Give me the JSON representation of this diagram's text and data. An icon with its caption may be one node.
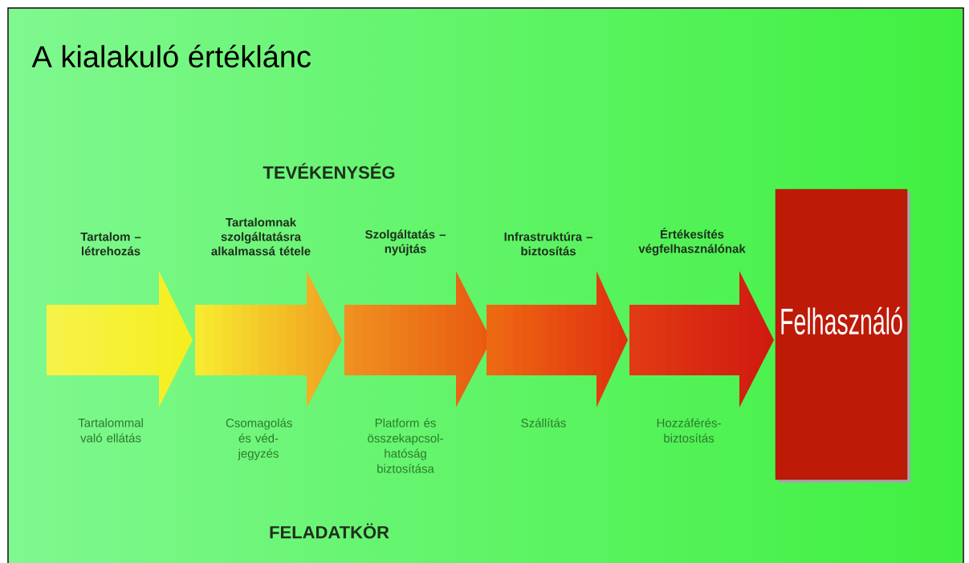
{
  "diagram": {
    "title": "A kialakuló értéklánc",
    "nodes": [
      {
        "text": [
          "Tartalom – létrehozás",
          "Tartalommal való ellátás"
        ]
      },
      {
        "text": [
          "Tartalomnak szolgáltatásra alkalmassá tétele",
          "Csomagolás és véd-jegyzés"
        ]
      },
      {
        "text": [
          "Szolgáltatás – nyújtás",
          "Platform és összekapcsol-hatóság biztosítása"
        ]
      },
      {
        "text": [
          "Infrastruktúra – biztosítás",
          "Szállítás"
        ]
      },
      {
        "text": [
          "Értékesítés végfelhasználónak",
          "Hozzáférés-biztosítás"
        ]
      },
      {
        "text": [
          "Felhasználó"
        ]
      }
    ],
    "labels": [
      "TEVÉKENYSÉG",
      "FELADATKÖR"
    ]
  }
}
